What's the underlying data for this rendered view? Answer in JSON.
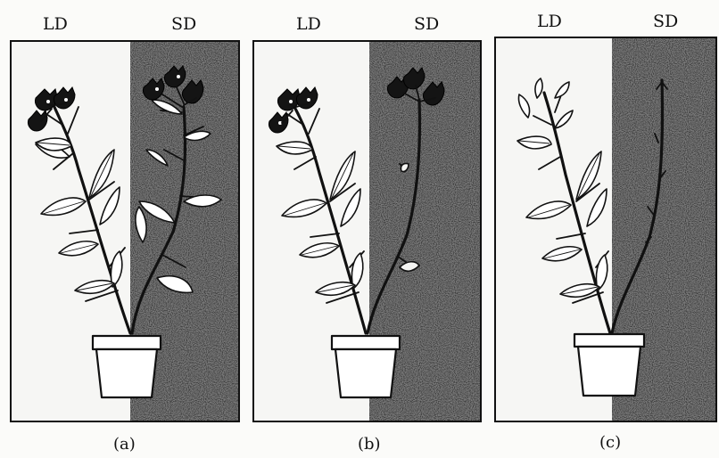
{
  "panels": [
    {
      "id": "a",
      "caption": "(a)",
      "label_left": "LD",
      "label_right": "SD",
      "left_flowering": true,
      "right_flowering": true
    },
    {
      "id": "b",
      "caption": "(b)",
      "label_left": "LD",
      "label_right": "SD",
      "left_flowering": true,
      "right_flowering": true
    },
    {
      "id": "c",
      "caption": "(c)",
      "label_left": "LD",
      "label_right": "SD",
      "left_flowering": false,
      "right_flowering": false
    }
  ],
  "colors": {
    "sd_shade": "#7c7c7c",
    "ld_background": "#f6f6f4",
    "ink": "#111111"
  }
}
